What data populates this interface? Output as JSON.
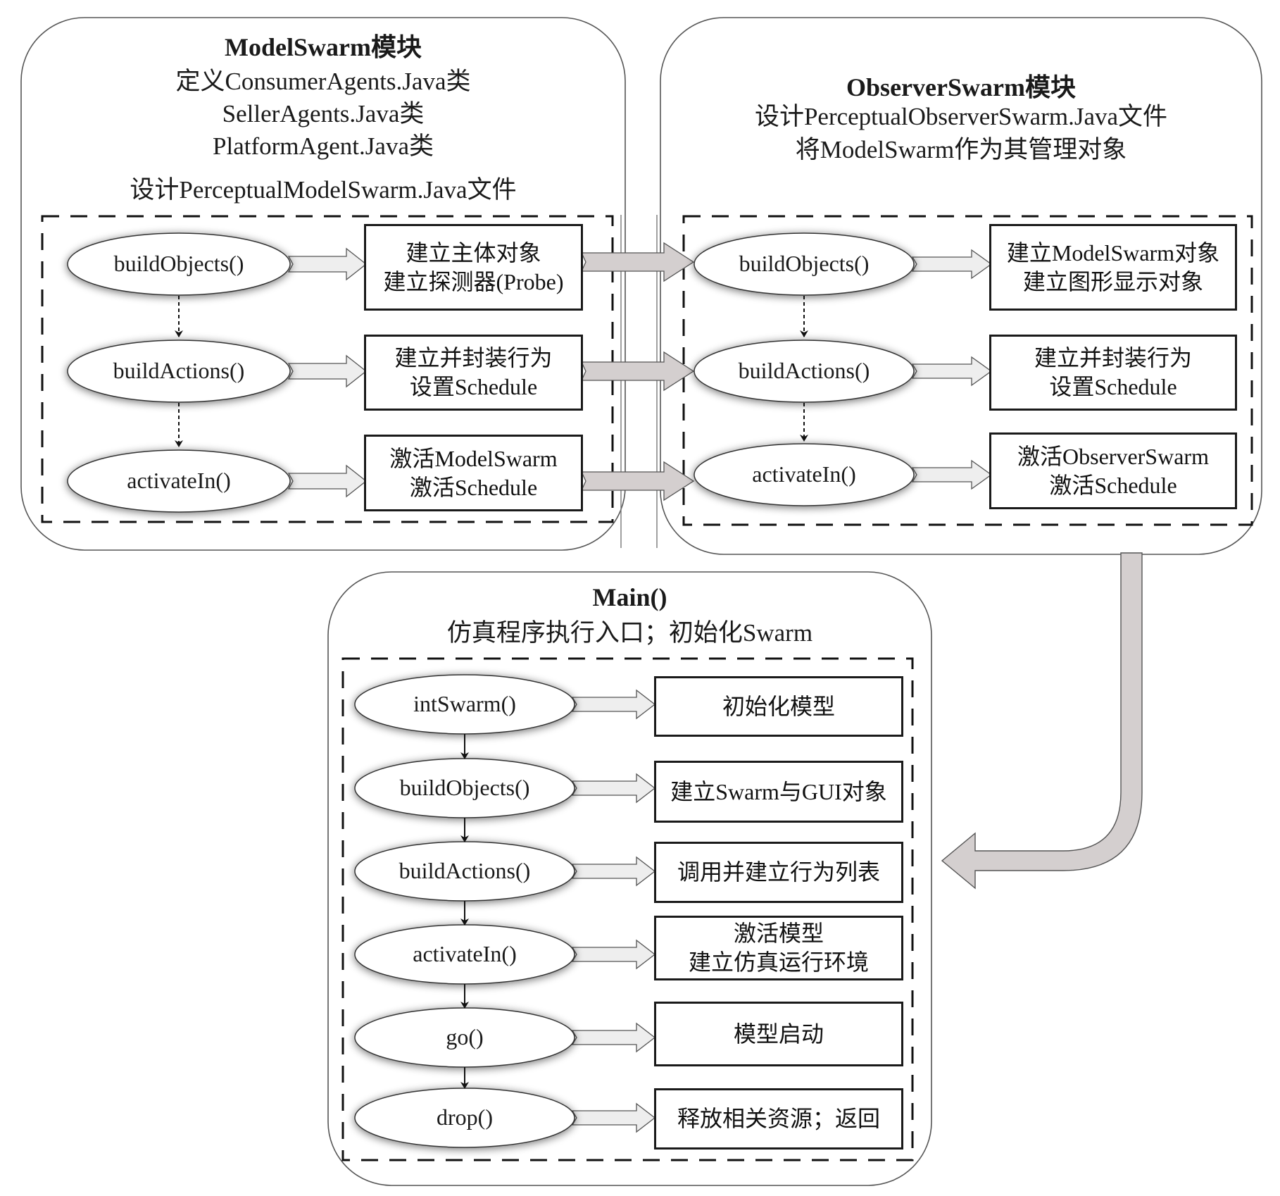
{
  "modelswarm": {
    "title": "ModelSwarm模块",
    "lines": [
      "定义ConsumerAgents.Java类",
      "SellerAgents.Java类",
      "PlatformAgent.Java类"
    ],
    "design": "设计PerceptualModelSwarm.Java文件",
    "steps": [
      {
        "method": "buildObjects()",
        "desc": [
          "建立主体对象",
          "建立探测器(Probe)"
        ]
      },
      {
        "method": "buildActions()",
        "desc": [
          "建立并封装行为",
          "设置Schedule"
        ]
      },
      {
        "method": "activateIn()",
        "desc": [
          "激活ModelSwarm",
          "激活Schedule"
        ]
      }
    ]
  },
  "observerswarm": {
    "title": "ObserverSwarm模块",
    "lines": [
      "设计PerceptualObserverSwarm.Java文件",
      "将ModelSwarm作为其管理对象"
    ],
    "steps": [
      {
        "method": "buildObjects()",
        "desc": [
          "建立ModelSwarm对象",
          "建立图形显示对象"
        ]
      },
      {
        "method": "buildActions()",
        "desc": [
          "建立并封装行为",
          "设置Schedule"
        ]
      },
      {
        "method": "activateIn()",
        "desc": [
          "激活ObserverSwarm",
          "激活Schedule"
        ]
      }
    ]
  },
  "main": {
    "title": "Main()",
    "subtitle": "仿真程序执行入口；初始化Swarm",
    "steps": [
      {
        "method": "intSwarm()",
        "desc": [
          "初始化模型"
        ]
      },
      {
        "method": "buildObjects()",
        "desc": [
          "建立Swarm与GUI对象"
        ]
      },
      {
        "method": "buildActions()",
        "desc": [
          "调用并建立行为列表"
        ]
      },
      {
        "method": "activateIn()",
        "desc": [
          "激活模型",
          "建立仿真运行环境"
        ]
      },
      {
        "method": "go()",
        "desc": [
          "模型启动"
        ]
      },
      {
        "method": "drop()",
        "desc": [
          "释放相关资源；返回"
        ]
      }
    ]
  },
  "colors": {
    "arrow_fill": "#d4cfcf",
    "small_arrow_fill": "#eeeeee",
    "outline": "#1a1a1a",
    "panel_border": "#555555"
  }
}
